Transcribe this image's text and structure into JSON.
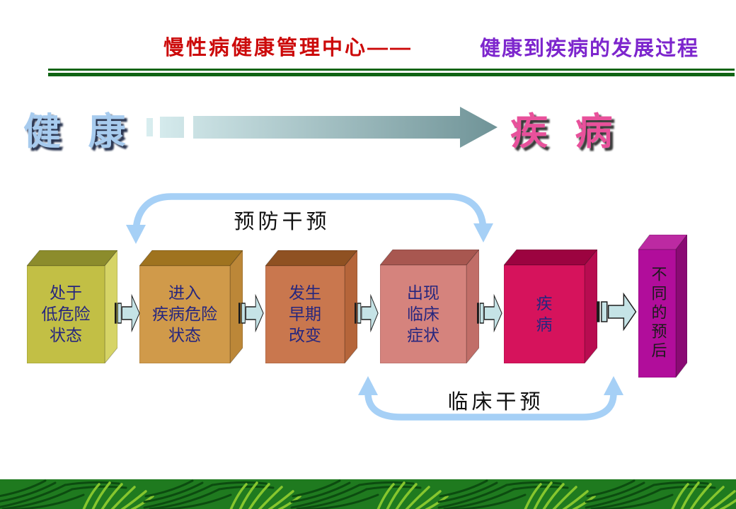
{
  "header": {
    "title_red": "慢性病健康管理中心——",
    "title_red_color": "#cc0a0a",
    "title_purple": "健康到疾病的发展过程",
    "title_purple_color": "#7d26cd",
    "divider_color": "#0f6414"
  },
  "axis": {
    "start_label": "健 康",
    "start_color": "#a7cbee",
    "end_label": "疾 病",
    "end_color": "#e8519b",
    "arrow_gradient_start": "#d9eef0",
    "arrow_gradient_end": "#6f9397"
  },
  "interventions": {
    "top_label": "预防干预",
    "bottom_label": "临床干预",
    "arc_color": "#a6d0f6",
    "label_color": "#111111"
  },
  "flow": {
    "fill": "#c5e3e6",
    "stroke": "#1c1c1c",
    "stripe_fill": "#1c1c1c"
  },
  "stages": [
    {
      "text": [
        "处于",
        "低危险",
        "状态"
      ],
      "colors": {
        "front": "#c2bf45",
        "top": "#8c8c2c",
        "side": "#d6d466"
      },
      "text_color": "#26267e"
    },
    {
      "text": [
        "进入",
        "疾病危险",
        "状态"
      ],
      "colors": {
        "front": "#d09a4a",
        "top": "#9f731f",
        "side": "#bc8738"
      },
      "text_color": "#26267e"
    },
    {
      "text": [
        "发生",
        "早期",
        "改变"
      ],
      "colors": {
        "front": "#c9774e",
        "top": "#8f5122",
        "side": "#b5653a"
      },
      "text_color": "#26267e"
    },
    {
      "text": [
        "出现",
        "临床",
        "症状"
      ],
      "colors": {
        "front": "#d5837d",
        "top": "#a85750",
        "side": "#c16e68"
      },
      "text_color": "#26267e"
    },
    {
      "text": [
        "疾",
        "病"
      ],
      "colors": {
        "front": "#d6135c",
        "top": "#9c0340",
        "side": "#b80c50"
      },
      "text_color": "#26267e"
    },
    {
      "label": "不同的预后",
      "colors": {
        "front": "#b10d9b",
        "top": "#bc2aa2",
        "side": "#8a0a74"
      },
      "text_color": "#1a1a1a"
    }
  ],
  "footer": {
    "bg": "#1f7a1f",
    "light_frond": "#86c62e",
    "dark_frond": "#0c4c10"
  }
}
